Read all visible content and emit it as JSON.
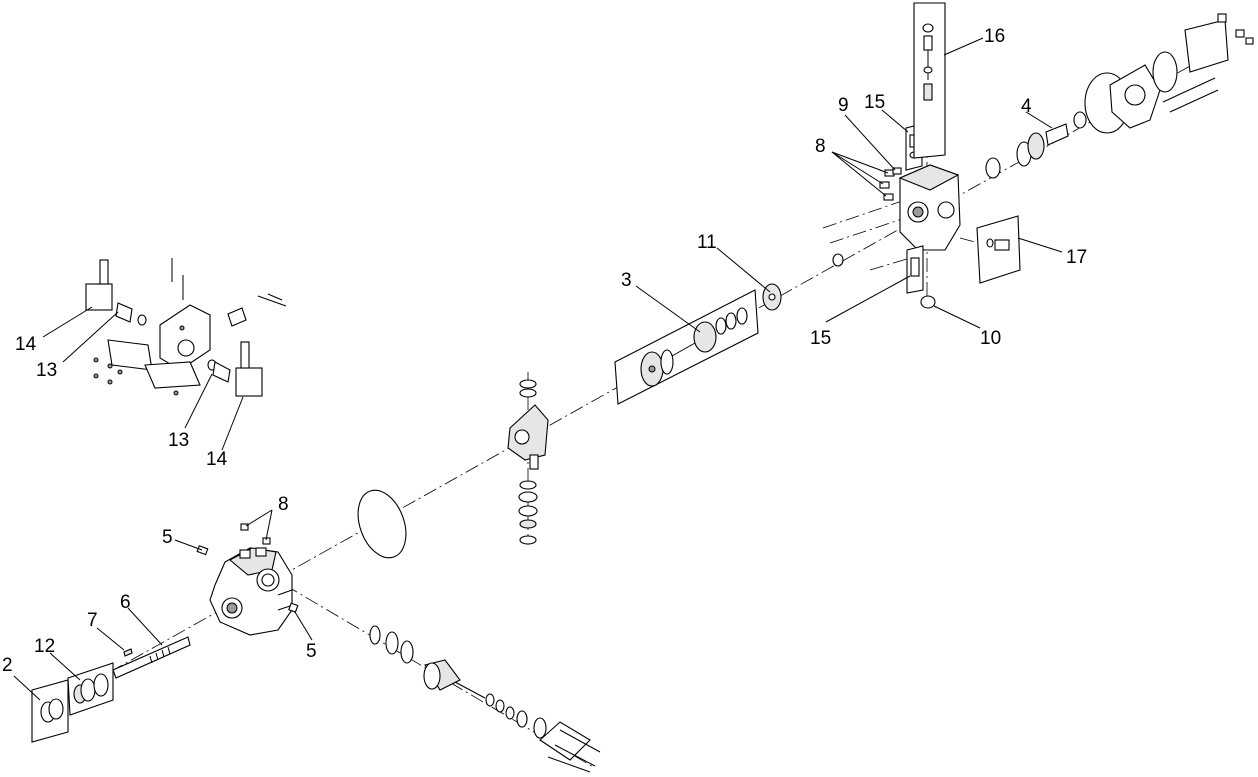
{
  "callouts": {
    "c2": "2",
    "c3": "3",
    "c4": "4",
    "c5a": "5",
    "c5b": "5",
    "c6": "6",
    "c7": "7",
    "c8a": "8",
    "c8b": "8",
    "c9": "9",
    "c10": "10",
    "c11": "11",
    "c12": "12",
    "c13a": "13",
    "c13b": "13",
    "c14a": "14",
    "c14b": "14",
    "c15a": "15",
    "c15b": "15",
    "c16": "16",
    "c17": "17"
  }
}
